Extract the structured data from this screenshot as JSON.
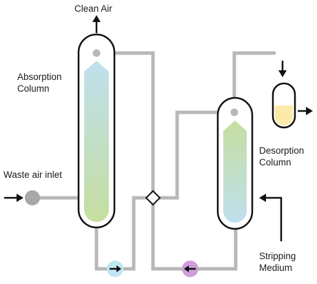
{
  "labels": {
    "clean_air": "Clean Air",
    "absorption_column": "Absorption\nColumn",
    "desorption_column": "Desorption\nColumn",
    "waste_air_inlet": "Waste air inlet",
    "stripping_medium": "Stripping\nMedium"
  },
  "colors": {
    "pipe": "#b8b8b8",
    "column_outline": "#111111",
    "absorption_fill_top": "#bfe0ee",
    "absorption_fill_bottom": "#c5dea0",
    "desorption_fill_top": "#c5dea0",
    "desorption_fill_bottom": "#bfe0ee",
    "pump_blue": "#bfe6f2",
    "pump_purple": "#cf9ed8",
    "inlet_dot": "#a8a8a8",
    "collector_liquid": "#fbeaa8"
  }
}
